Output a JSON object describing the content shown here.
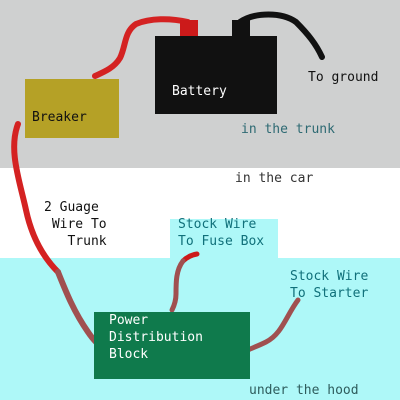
{
  "zones": {
    "trunk": "in the trunk",
    "car": "in the car",
    "hood": "under the hood"
  },
  "components": {
    "battery": "Battery",
    "breaker": "Breaker",
    "power_distribution_block": "Power\nDistribution\nBlock"
  },
  "labels": {
    "to_ground": "To ground",
    "wire_to_trunk": "2 Guage\n Wire To\n   Trunk",
    "stock_wire_fuse_box": "Stock Wire\nTo Fuse Box",
    "stock_wire_starter": "Stock Wire\nTo Starter"
  },
  "colors": {
    "trunk_bg": "#cfd0d0",
    "hood_bg": "#aef8f8",
    "battery": "#111111",
    "positive_terminal": "#cc1a1a",
    "breaker": "#b5a126",
    "distribution_block": "#0f7a4c",
    "power_wire": "#d42222",
    "stock_wire": "#a05050"
  }
}
